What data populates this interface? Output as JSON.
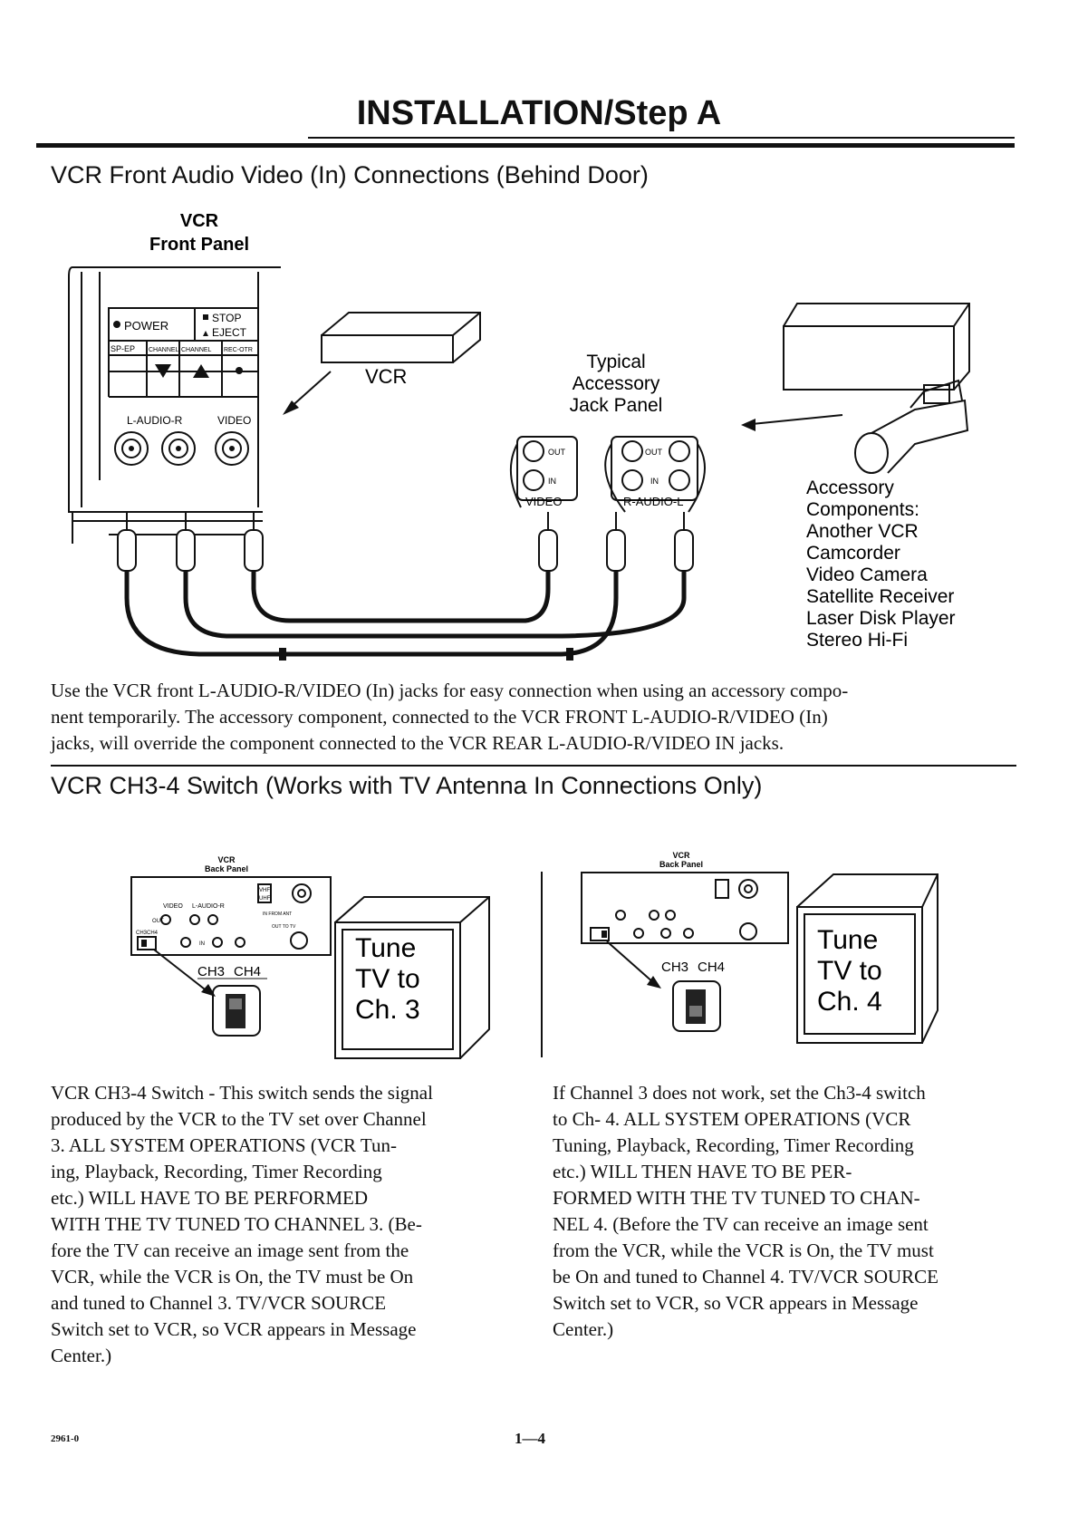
{
  "page": {
    "title": "INSTALLATION/Step A",
    "footer_left": "2961-0",
    "page_number": "1—4"
  },
  "section1": {
    "heading": "VCR Front Audio Video (In) Connections (Behind Door)",
    "panel_caption": [
      "VCR",
      "Front Panel"
    ],
    "front_panel": {
      "power": "POWER",
      "stop_eject": [
        "STOP",
        "EJECT"
      ],
      "buttons": [
        "SP-EP",
        "CHANNEL",
        "CHANNEL",
        "REC-OTR"
      ],
      "jack_labels": [
        "L-AUDIO-R",
        "VIDEO"
      ]
    },
    "vcr_box_label": "VCR",
    "jack_panel_caption": [
      "Typical",
      "Accessory",
      "Jack Panel"
    ],
    "jack_panel": {
      "video_out": "OUT",
      "video_in": "IN",
      "video_label": "VIDEO",
      "audio_out": "OUT",
      "audio_in": "IN",
      "audio_label": "R-AUDIO-L"
    },
    "accessory_list": [
      "Accessory",
      "Components:",
      "Another VCR",
      "Camcorder",
      "Video Camera",
      "Satellite Receiver",
      "Laser Disk Player",
      "Stereo Hi-Fi"
    ],
    "description": [
      "Use the VCR front L-AUDIO-R/VIDEO (In) jacks for easy connection when using an accessory compo-",
      "nent temporarily. The accessory component, connected to the VCR FRONT L-AUDIO-R/VIDEO (In)",
      "jacks, will override the component connected to the VCR REAR L-AUDIO-R/VIDEO IN jacks."
    ]
  },
  "section2": {
    "heading": "VCR CH3-4 Switch (Works with TV Antenna In Connections Only)",
    "left": {
      "panel_caption": [
        "VCR",
        "Back Panel"
      ],
      "panel_labels": [
        "VIDEO",
        "L-AUDIO-R",
        "VHF",
        "UHF",
        "IN FROM ANT",
        "OUT TO TV",
        "OUT",
        "IN",
        "CH3",
        "CH4"
      ],
      "switch_labels": [
        "CH3",
        "CH4"
      ],
      "tv_text": [
        "Tune",
        "TV to",
        "Ch. 3"
      ],
      "paragraph": [
        "VCR CH3-4 Switch - This switch sends the signal",
        "produced by the VCR to the TV set over Channel",
        "3. ALL SYSTEM OPERATIONS (VCR Tun-",
        "ing, Playback, Recording, Timer Recording",
        "etc.) WILL HAVE TO BE PERFORMED",
        "WITH THE TV TUNED TO CHANNEL 3. (Be-",
        "fore the TV can receive an image sent from the",
        "VCR, while the VCR is On, the TV must be On",
        "and tuned to Channel 3. TV/VCR SOURCE",
        "Switch set to VCR, so VCR appears in Message",
        "Center.)"
      ]
    },
    "right": {
      "panel_caption": [
        "VCR",
        "Back Panel"
      ],
      "switch_labels": [
        "CH3",
        "CH4"
      ],
      "tv_text": [
        "Tune",
        "TV to",
        "Ch. 4"
      ],
      "paragraph": [
        "If Channel 3 does not work, set the Ch3-4 switch",
        "to Ch- 4. ALL SYSTEM OPERATIONS (VCR",
        "Tuning, Playback, Recording, Timer Recording",
        "etc.) WILL THEN HAVE TO BE PER-",
        "FORMED WITH THE TV TUNED TO CHAN-",
        "NEL 4. (Before the TV can receive an image sent",
        "from the VCR, while the VCR is On, the TV must",
        "be On and tuned to Channel 4. TV/VCR SOURCE",
        "Switch set to VCR, so VCR appears in Message",
        "Center.)"
      ]
    }
  }
}
